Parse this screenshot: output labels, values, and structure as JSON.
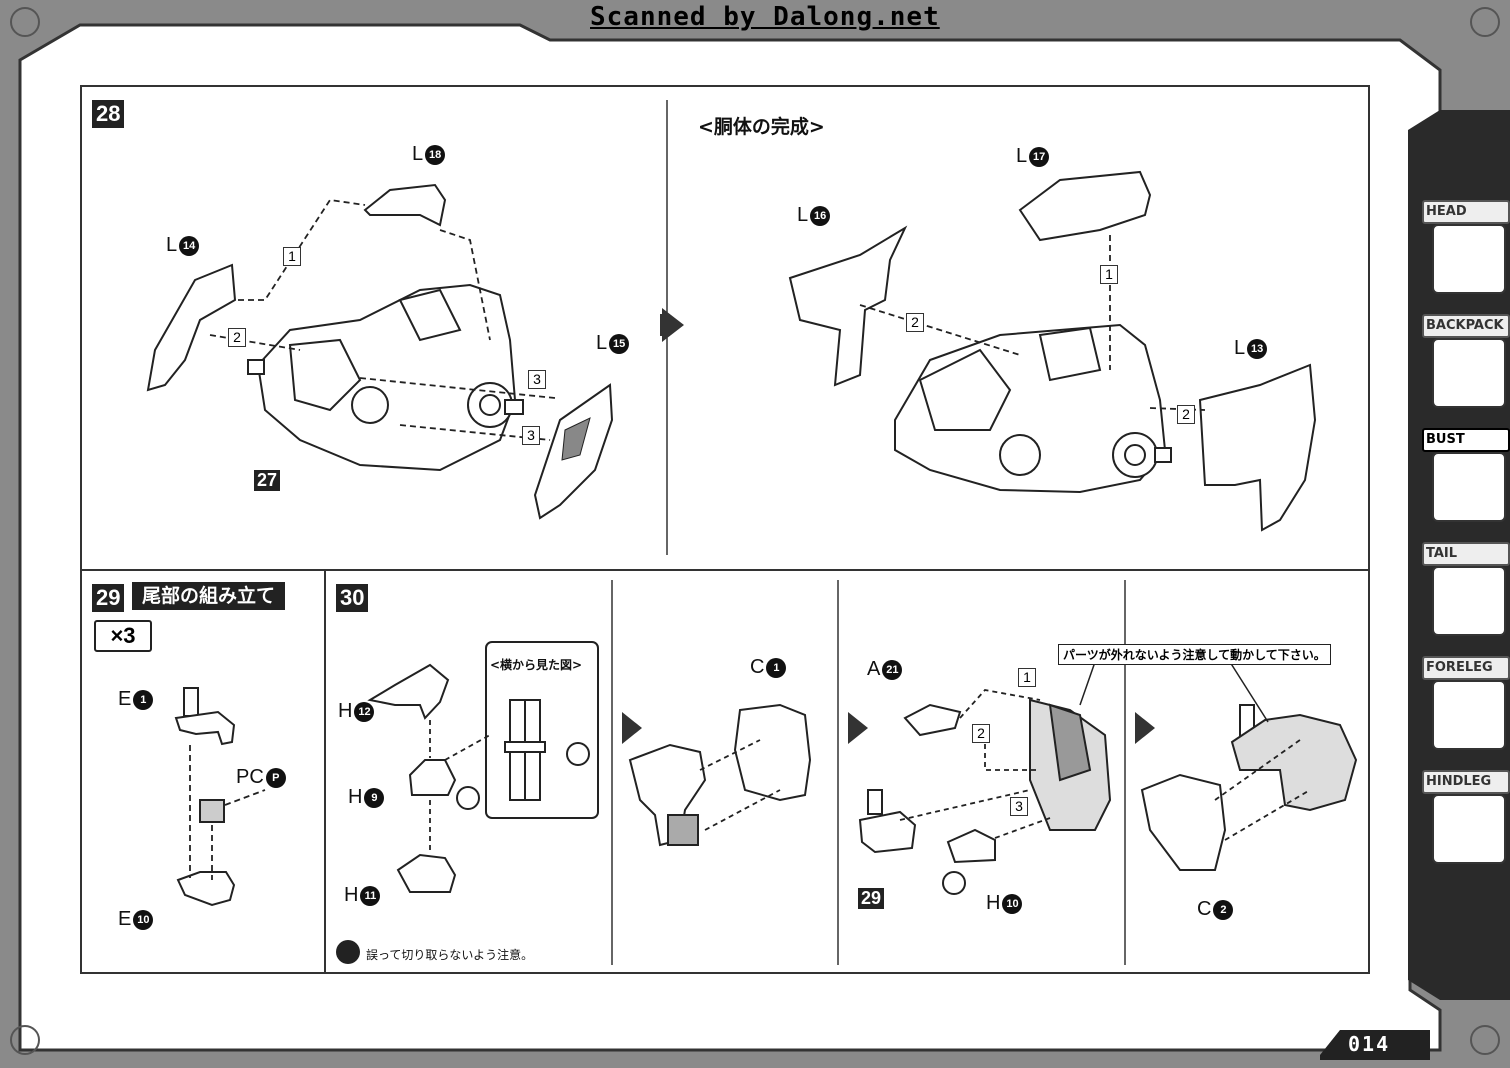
{
  "header": {
    "scan_credit": "Scanned by Dalong.net"
  },
  "steps": {
    "s28": {
      "number": "28",
      "part27": "27",
      "labels": {
        "l18": {
          "letter": "L",
          "num": "18"
        },
        "l14": {
          "letter": "L",
          "num": "14"
        },
        "l15": {
          "letter": "L",
          "num": "15"
        }
      },
      "order": [
        "1",
        "2",
        "3",
        "3"
      ]
    },
    "complete": {
      "caption": "<胴体の完成>",
      "labels": {
        "l17": {
          "letter": "L",
          "num": "17"
        },
        "l16": {
          "letter": "L",
          "num": "16"
        },
        "l13": {
          "letter": "L",
          "num": "13"
        }
      },
      "order": [
        "1",
        "2",
        "2"
      ]
    },
    "s29": {
      "number": "29",
      "title": "尾部の組み立て",
      "multiplier": "×3",
      "labels": {
        "e1": {
          "letter": "E",
          "num": "1"
        },
        "pcp": {
          "letter": "PC",
          "num": "P"
        },
        "e10": {
          "letter": "E",
          "num": "10"
        }
      }
    },
    "s30": {
      "number": "30",
      "side_view": "<横から見た図>",
      "labels": {
        "h12": {
          "letter": "H",
          "num": "12"
        },
        "h9": {
          "letter": "H",
          "num": "9"
        },
        "h11": {
          "letter": "H",
          "num": "11"
        },
        "c1": {
          "letter": "C",
          "num": "1"
        },
        "a21": {
          "letter": "A",
          "num": "21"
        },
        "h10": {
          "letter": "H",
          "num": "10"
        },
        "c2": {
          "letter": "C",
          "num": "2"
        }
      },
      "part29": "29",
      "order": [
        "1",
        "2",
        "3"
      ],
      "warning": "パーツが外れないよう注意して動かして下さい。",
      "cut_note": "誤って切り取らないよう注意。"
    }
  },
  "side_nav": [
    "HEAD",
    "BACKPACK",
    "BUST",
    "TAIL",
    "FORELEG",
    "HINDLEG"
  ],
  "active_tab": "BUST",
  "page_number": "014"
}
